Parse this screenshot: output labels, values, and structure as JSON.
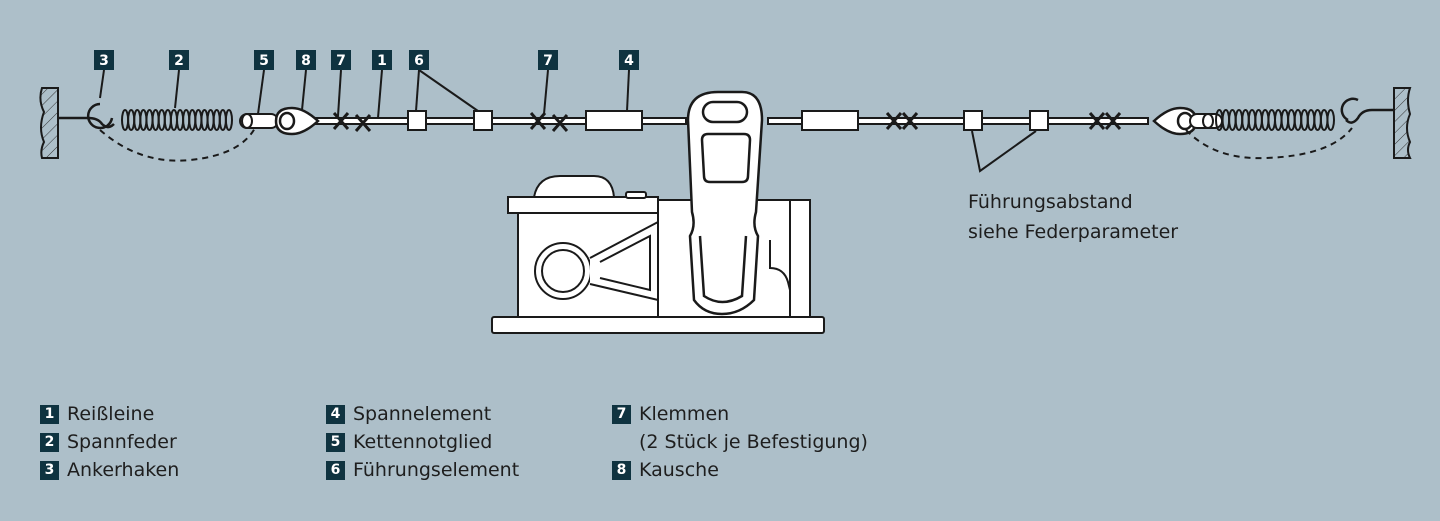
{
  "diagram": {
    "callouts": [
      "3",
      "2",
      "5",
      "8",
      "7",
      "1",
      "6",
      "7",
      "4"
    ],
    "note": {
      "line1": "Führungsabstand",
      "line2": "siehe Federparameter"
    }
  },
  "legend": {
    "col1": [
      {
        "num": "1",
        "label": "Reißleine"
      },
      {
        "num": "2",
        "label": "Spannfeder"
      },
      {
        "num": "3",
        "label": "Ankerhaken"
      }
    ],
    "col2": [
      {
        "num": "4",
        "label": "Spannelement"
      },
      {
        "num": "5",
        "label": "Kettennotglied"
      },
      {
        "num": "6",
        "label": "Führungselement"
      }
    ],
    "col3": [
      {
        "num": "7",
        "label": "Klemmen",
        "sub": "(2 Stück je Befestigung)"
      },
      {
        "num": "8",
        "label": "Kausche"
      }
    ]
  },
  "colors": {
    "background": "#adbfc9",
    "badge": "#0f3340",
    "line": "#1a1a1a",
    "part_fill": "#ffffff"
  }
}
